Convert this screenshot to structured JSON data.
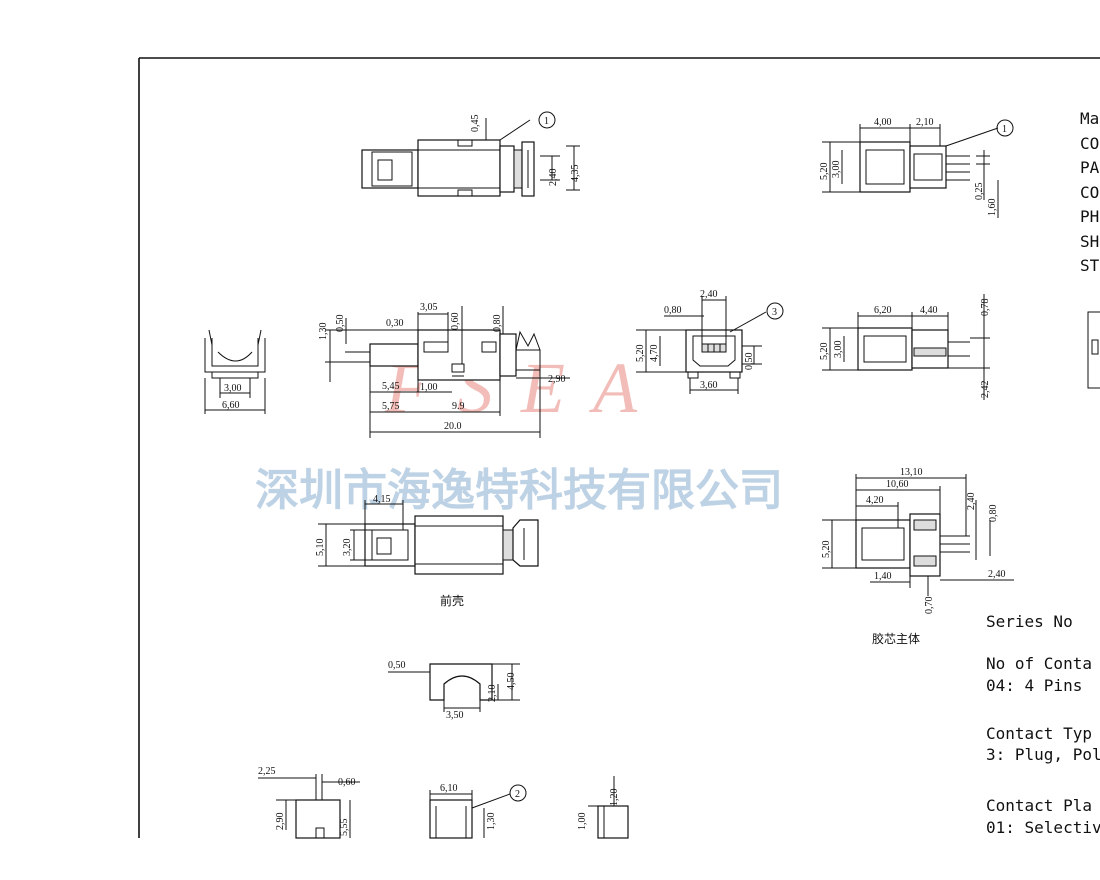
{
  "watermark": {
    "logo_text": "FSEA",
    "company": "深圳市海逸特科技有限公司",
    "logo_color": "#f0b2ac",
    "company_color": "#b7cde2"
  },
  "balloons": {
    "one": "1",
    "two": "2",
    "three": "3"
  },
  "captions": {
    "front_shell": "前壳",
    "insulator_body": "胶芯主体"
  },
  "title_block": {
    "rows": [
      "Ma",
      "CO",
      "PA",
      "CO",
      "PH",
      "SH",
      "ST"
    ],
    "series": "Series No",
    "contacts_label": "No of Conta",
    "contacts_value": "04: 4 Pins",
    "type_label": "Contact Typ",
    "type_value": "3: Plug, Pol",
    "plating_label": "Contact Pla",
    "plating_value": "01: Selective"
  },
  "dims": {
    "top_view": {
      "d045": "0,45",
      "d240": "2,40",
      "d435": "4,35"
    },
    "end_view": {
      "d300": "3,00",
      "d660": "6,60"
    },
    "side_view": {
      "d130": "1,30",
      "d050": "0,50",
      "d030": "0,30",
      "d305": "3,05",
      "d060": "0,60",
      "d080": "0,80",
      "d545": "5,45",
      "d100": "1,00",
      "d290": "2,90",
      "d575": "5,75",
      "d99": "9.9",
      "d200": "20.0"
    },
    "face_view": {
      "d080": "0,80",
      "d240": "2,40",
      "d520": "5,20",
      "d470": "4,70",
      "d050": "0,50",
      "d360": "3,60"
    },
    "bottom_view": {
      "d415": "4,15",
      "d510": "5,10",
      "d320": "3,20"
    },
    "rt_top": {
      "d400": "4,00",
      "d210": "2,10",
      "d520": "5,20",
      "d300": "3,00",
      "d025": "0,25",
      "d160": "1,60"
    },
    "rt_mid": {
      "d620": "6,20",
      "d440": "4,40",
      "d078": "0,78",
      "d520": "5,20",
      "d300": "3,00",
      "d242": "2,42"
    },
    "rt_bot": {
      "d1310": "13,10",
      "d1060": "10,60",
      "d420": "4,20",
      "d240": "2,40",
      "d080": "0,80",
      "d520": "5,20",
      "d140": "1,40",
      "d070": "0,70",
      "d240b": "2,40"
    },
    "clip": {
      "d050": "0,50",
      "d450": "4,50",
      "d210": "2,10",
      "d350": "3,50"
    },
    "bl1": {
      "d225": "2,25",
      "d060": "0,60",
      "d290": "2,90",
      "d555": "5,55"
    },
    "bl2": {
      "d610": "6,10",
      "d130": "1,30"
    },
    "bl3": {
      "d100": "1,00",
      "d120": "1,20"
    }
  }
}
